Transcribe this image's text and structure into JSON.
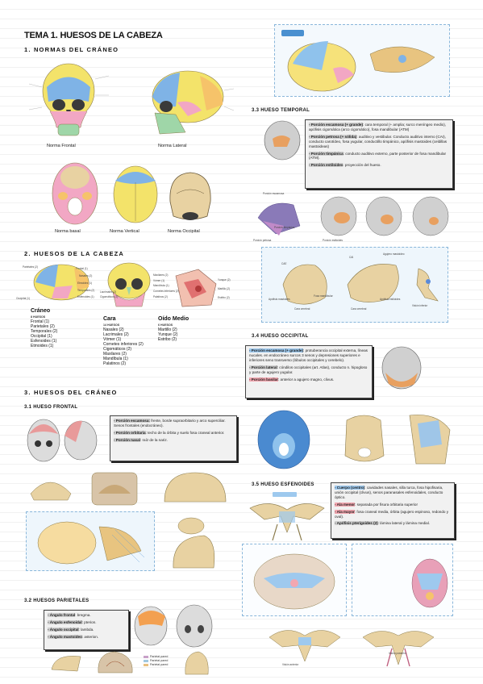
{
  "title": "TEMA 1. HUESOS DE LA CABEZA",
  "section1": {
    "heading": "1. NORMAS DEL CRÁNEO",
    "captions": [
      "Norma Frontal",
      "Norma Lateral",
      "Norma basal",
      "Norma Vertical",
      "Norma Occipital"
    ]
  },
  "section2": {
    "heading": "2. HUESOS DE LA CABEZA",
    "craneo": {
      "title": "Cráneo",
      "count": "8 HUESOS",
      "items": [
        "Frontal (1)",
        "Parietales (2)",
        "Temporales (2)",
        "Occipital (1)",
        "Esfenoides (1)",
        "Etmoides (1)"
      ]
    },
    "cara": {
      "title": "Cara",
      "count": "14 HUESOS",
      "items": [
        "Nasales (2)",
        "Lacrimales (2)",
        "Vómer (1)",
        "Cornetes inferiores (2)",
        "Cigomáticos (2)",
        "Maxilares (2)",
        "Mandíbula (1)",
        "Palatinos (2)"
      ]
    },
    "oido": {
      "title": "Oído Medio",
      "count": "6 HUESOS",
      "items": [
        "Martillo (2)",
        "Yunque (2)",
        "Estribo (2)"
      ]
    },
    "labels": [
      "Parietales (2)",
      "Frontal (1)",
      "Nasales (2)",
      "Etmoides (1)",
      "Occipital (1)",
      "Temporales (2)",
      "Esfenoides (1)",
      "Maxilares (2)",
      "Mandíbula (1)",
      "Vómer (1)",
      "Lacrimales (2)",
      "Cornetes inferiores (2)",
      "Cigomáticos (2)",
      "Palatinos (2)",
      "Yunque (2)",
      "Martillo (2)",
      "Estribo (2)"
    ]
  },
  "section3": {
    "heading": "3. HUESOS DEL CRÁNEO",
    "frontal": {
      "heading": "3.1 HUESO FRONTAL",
      "notes": [
        {
          "label": "- Porción escamosa:",
          "text": " frente, borde supraorbitario y arco superciliar. Senos frontales (endocráneo)."
        },
        {
          "label": "- Porción orbitaria",
          "text": ": techo de la órbita y suelo fosa craneal anterior."
        },
        {
          "label": "- Porción nasal",
          "text": ": raíz de la nariz."
        }
      ]
    },
    "parietales": {
      "heading": "3.2 HUESOS PARIETALES",
      "notes": [
        {
          "label": "- Ángulo frontal",
          "text": ": bregma."
        },
        {
          "label": "- Ángulo esfenoidal",
          "text": ": pterion."
        },
        {
          "label": "- Ángulo occipital",
          "text": ": lambda."
        },
        {
          "label": "- Ángulo mastoideo",
          "text": ": asterion."
        }
      ],
      "legend": [
        "Parietal pared",
        "Parietal pared",
        "Parietal pared"
      ]
    },
    "temporal": {
      "heading": "3.3 HUESO TEMPORAL",
      "notes": [
        {
          "label": "- Porción escamosa (+ grande)",
          "text": ": cara temporal (+ amplia; surco meníngeo medio), apófisis cigomática (arco cigomático), fosa mandibular (ATM)"
        },
        {
          "label": "- Porción petrosa (+ sólida)",
          "text": ": auditivo y vestibular. Conducto auditivo interno (CAI), conducto carotídeo, fosa yugular, conductillo timpánico, apófisis mastoides (celdillas mastoideas)"
        },
        {
          "label": "- Porción timpánica",
          "text": ": conducto auditivo externo, parte posterior de fosa mandibular (ATM)."
        },
        {
          "label": "- Porción estiloides",
          "text": ": proyección del hueso."
        }
      ],
      "labels": [
        "Porción escamosa",
        "Porción timpánica",
        "Porción petrosa",
        "Porción estiloides",
        "Fosa mandibular",
        "Apófisis mastoides",
        "Agujero mastoideo",
        "Cara cerebral",
        "Cara cerebral",
        "Apófisis estiloides",
        "Visión inferior",
        "CAE",
        "CAI"
      ]
    },
    "occipital": {
      "heading": "3.4 HUESO OCCIPITAL",
      "notes": [
        {
          "label": "- Porción escamosa (+ grande)",
          "text": ": protuberancia occipital externa, líneas nucales. en endocráneo surcos 3 senos y depresiones superiores e inferiores seno transverso (lóbulos occipitales y cerebelo)."
        },
        {
          "label": "- Porción lateral",
          "text": ": cóndilos occipitales (art. Atlas), conducto n. hipogloso y parte de agujero yugular."
        },
        {
          "label": "- Porción basilar",
          "text": ": anterior a agujero magno, clivus."
        }
      ]
    },
    "esfenoides": {
      "heading": "3.5 HUESO ESFENOIDES",
      "notes": [
        {
          "label": "- Cuerpo (centro)",
          "text": ": cavidades nasales, silla turca, fosa hipofisaria, unión occipital (clivus), senos paranasales esfenoidales, conducto óptico."
        },
        {
          "label": "- Ala menor",
          "text": ": separada por fisura orbitaria superior"
        },
        {
          "label": "- Ala mayor",
          "text": ": fosa craneal media, órbita (agujero espinoso, redondo y oval)."
        },
        {
          "label": "- Apófisis pterigoides (2)",
          "text": ": lámina lateral y lámina medial."
        }
      ],
      "labels": [
        "Visión anterior",
        "Visión posterior"
      ]
    }
  },
  "colors": {
    "frontal": "#7fb3e6",
    "parietal": "#f3e36a",
    "temporal": "#f2a7c4",
    "occipital": "#f6c36a",
    "esfenoides": "#9fd6a8",
    "bone": "#e8d2a2",
    "highlight": "#cfcfcf",
    "blue_hl": "#9ec9ee",
    "pink_hl": "#f2a7b0"
  }
}
